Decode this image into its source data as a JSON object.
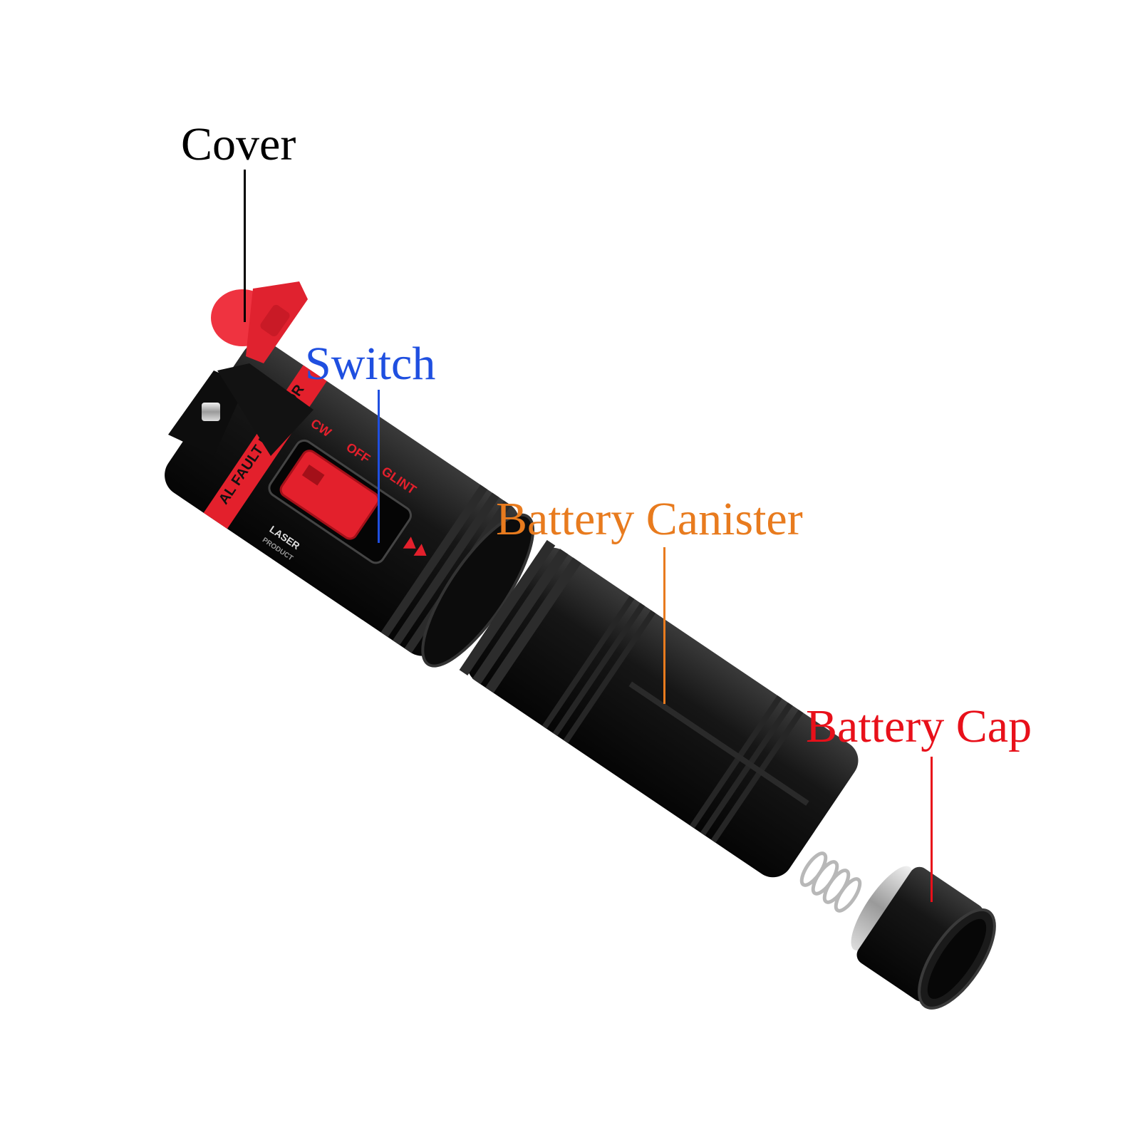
{
  "callouts": {
    "cover": {
      "label": "Cover",
      "color": "#000000"
    },
    "switch": {
      "label": "Switch",
      "color": "#1f4fe0"
    },
    "battery_canister": {
      "label": "Battery Canister",
      "color": "#e87b1e"
    },
    "battery_cap": {
      "label": "Battery Cap",
      "color": "#e8101a"
    }
  },
  "device_print": {
    "band_text": "AL FAULT LOCATOR",
    "switch_positions": [
      "CW",
      "OFF",
      "GLINT"
    ],
    "warning_text_1": "LASER",
    "warning_text_2": "PRODUCT"
  },
  "colors": {
    "body": "#141414",
    "accent_red": "#e3202c",
    "cover_red": "#ef3340",
    "metal": "#c9c9c9"
  }
}
